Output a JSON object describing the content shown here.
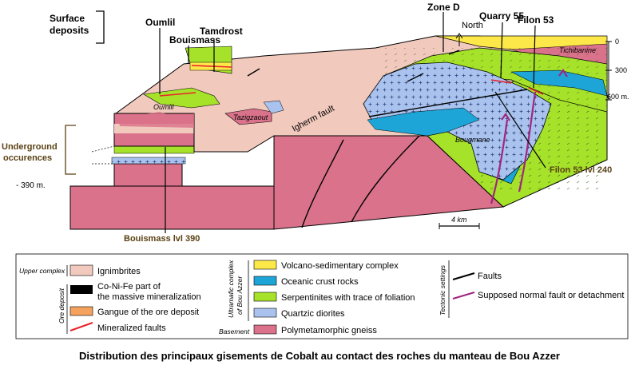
{
  "labels": {
    "surface_deposits": [
      "Surface",
      "deposits"
    ],
    "underground": [
      "Underground",
      "occurences"
    ],
    "oumlil": "Oumlil",
    "bouismass": "Bouismass",
    "tamdrost": "Tamdrost",
    "zone_d": "Zone D",
    "north": "North",
    "quarry55": "Quarry 55",
    "filon53": "Filon 53",
    "tichibanine": "Tichibanine",
    "oumlil_small": "Oumlil",
    "tazigzaout": "Tazigzaout",
    "igherm_fault": "Igherm fault",
    "bougmane": "Bougmane",
    "filon53_lvl": "Filon 53 lvl 240",
    "bouismass_lvl": "Bouismass lvl 390",
    "depth_390": "- 390 m.",
    "scale": "4 km",
    "depth_ticks": [
      "0",
      "300",
      "600 m."
    ]
  },
  "legend": {
    "upper_complex": "Upper complex",
    "ore_deposit": "Ore deposit",
    "basement": "Basement",
    "ultramafic": [
      "Ultramafic complex",
      "of Bou Azzer"
    ],
    "tectonic": "Tectonic settings",
    "ignimbrites": "Ignimbrites",
    "cofeni": [
      "Co-Ni-Fe part of",
      "the massive mineralization"
    ],
    "gangue": "Gangue of the ore deposit",
    "mineralized_faults": "Mineralized faults",
    "volcano": "Volcano-sedimentary complex",
    "oceanic": "Oceanic crust rocks",
    "serpentinites": "Serpentinites with trace of foliation",
    "quartzic": "Quartzic diorites",
    "gneiss": "Polymetamorphic gneiss",
    "faults": "Faults",
    "normal_fault": "Supposed normal fault or detachment"
  },
  "colors": {
    "ignimbrites": "#f2c9bd",
    "cofeni": "#000000",
    "gangue": "#f4a25e",
    "mineralized_fault": "#e8232a",
    "volcano": "#fde84a",
    "oceanic": "#1ea5d8",
    "serpentinites": "#a6e22a",
    "quartzic": "#a9c3ee",
    "gneiss": "#d9728a",
    "normal_fault": "#a0267e"
  },
  "caption": "Distribution des principaux gisements de Cobalt au contact des roches du manteau de Bou Azzer"
}
